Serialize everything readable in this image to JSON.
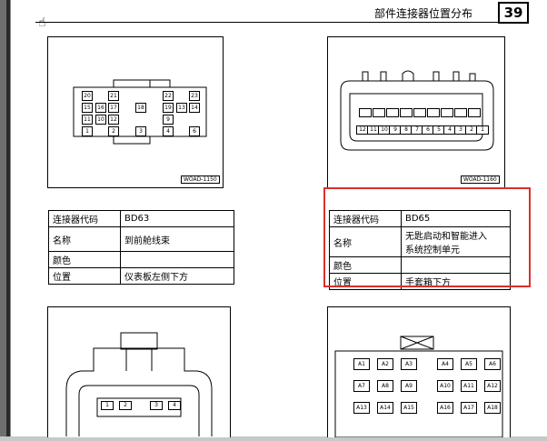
{
  "header": {
    "title": "部件连接器位置分布",
    "page_number": "39"
  },
  "drawings": {
    "top_left_label": "WOAD-1150",
    "top_right_label": "WOAD-1160"
  },
  "connector_top_left": {
    "pins": [
      "20",
      "21",
      "22",
      "23",
      "15",
      "16",
      "17",
      "18",
      "13",
      "14",
      "19",
      "11",
      "10",
      "12",
      "9",
      "1",
      "2",
      "3",
      "4",
      "6"
    ]
  },
  "connector_top_right": {
    "pins": [
      "12",
      "11",
      "10",
      "9",
      "8",
      "7",
      "6",
      "5",
      "4",
      "3",
      "2",
      "1"
    ]
  },
  "connector_bottom_left": {
    "pins": [
      "1",
      "2",
      "3",
      "4"
    ]
  },
  "connector_bottom_right": {
    "pins": [
      "A1",
      "A2",
      "A3",
      "A4",
      "A5",
      "A6",
      "A7",
      "A8",
      "A9",
      "A10",
      "A11",
      "A12",
      "A13",
      "A14",
      "A15",
      "A16",
      "A17",
      "A18"
    ]
  },
  "table_bd63": {
    "row1_key": "连接器代码",
    "row1_val": "BD63",
    "row2_key": "名称",
    "row2_val": "到前舱线束",
    "row3_key": "颜色",
    "row3_val": "",
    "row4_key": "位置",
    "row4_val": "仪表板左侧下方"
  },
  "table_bd65": {
    "row1_key": "连接器代码",
    "row1_val": "BD65",
    "row2_key": "名称",
    "row2_val_line1": "无匙启动和智能进入",
    "row2_val_line2": "系统控制单元",
    "row3_key": "颜色",
    "row3_val": "",
    "row4_key": "位置",
    "row4_val": "手套箱下方"
  },
  "colors": {
    "highlight": "#d9302b"
  }
}
